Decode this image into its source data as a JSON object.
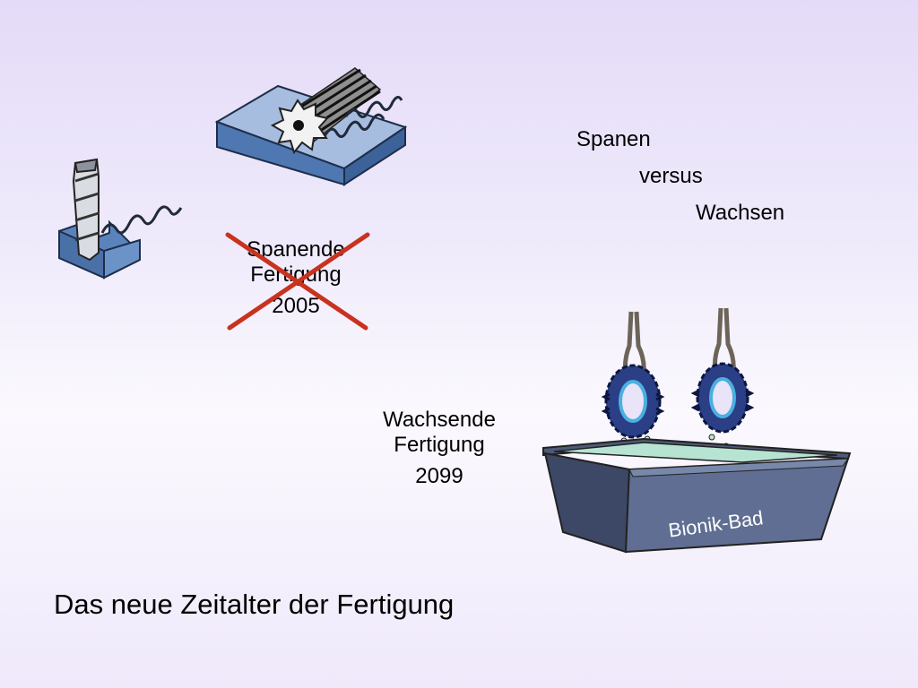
{
  "slide": {
    "heading_lines": [
      "Spanen",
      "versus",
      "Wachsen"
    ],
    "machining": {
      "line1": "Spanende",
      "line2": "Fertigung",
      "year": "2005"
    },
    "growing": {
      "line1": "Wachsende",
      "line2": "Fertigung",
      "year": "2099"
    },
    "bath_label": "Bionik-Bad",
    "title": "Das neue Zeitalter der Fertigung"
  },
  "colors": {
    "workpiece": "#5b83bb",
    "cross": "#c8321e",
    "gear": "#2a3f86",
    "bath": "#5f6e92",
    "liquid": "#b7e3d2"
  },
  "icons": [
    "drill-icon",
    "milling-cutter-icon",
    "gear-icon",
    "bath-icon",
    "cross-out-icon"
  ]
}
